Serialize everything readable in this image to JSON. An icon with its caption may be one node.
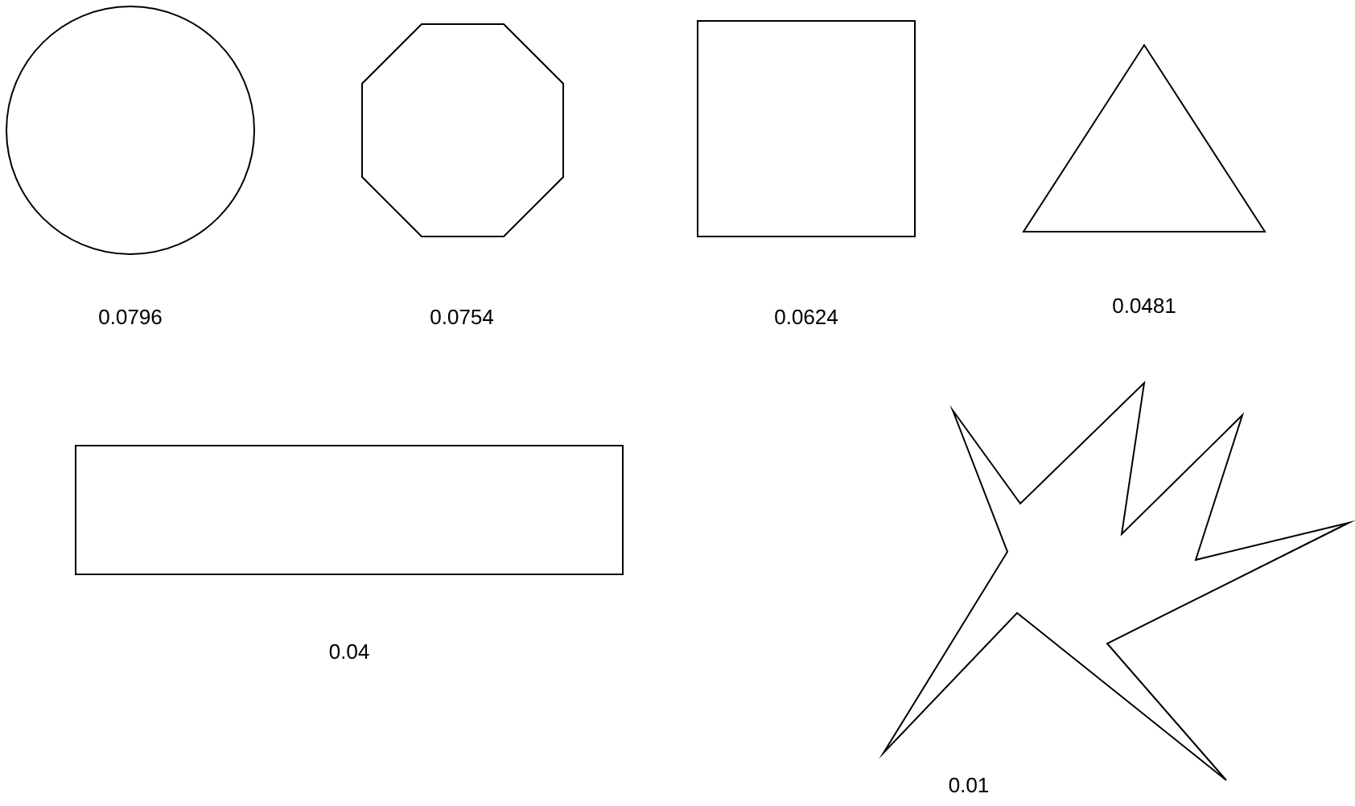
{
  "diagram": {
    "nodes": [
      {
        "text": [],
        "shape": "circle",
        "beside": [
          "0.0796"
        ]
      },
      {
        "text": [],
        "shape": "octagon",
        "beside": [
          "0.0754"
        ]
      },
      {
        "text": [],
        "shape": "box",
        "beside": [
          "0.0624"
        ]
      },
      {
        "text": [],
        "shape": "triangle",
        "beside": [
          "0.0481"
        ]
      },
      {
        "text": [],
        "shape": "bar",
        "beside": [
          "0.04"
        ]
      },
      {
        "text": [],
        "shape": "star",
        "beside": [
          "0.01"
        ]
      }
    ]
  }
}
